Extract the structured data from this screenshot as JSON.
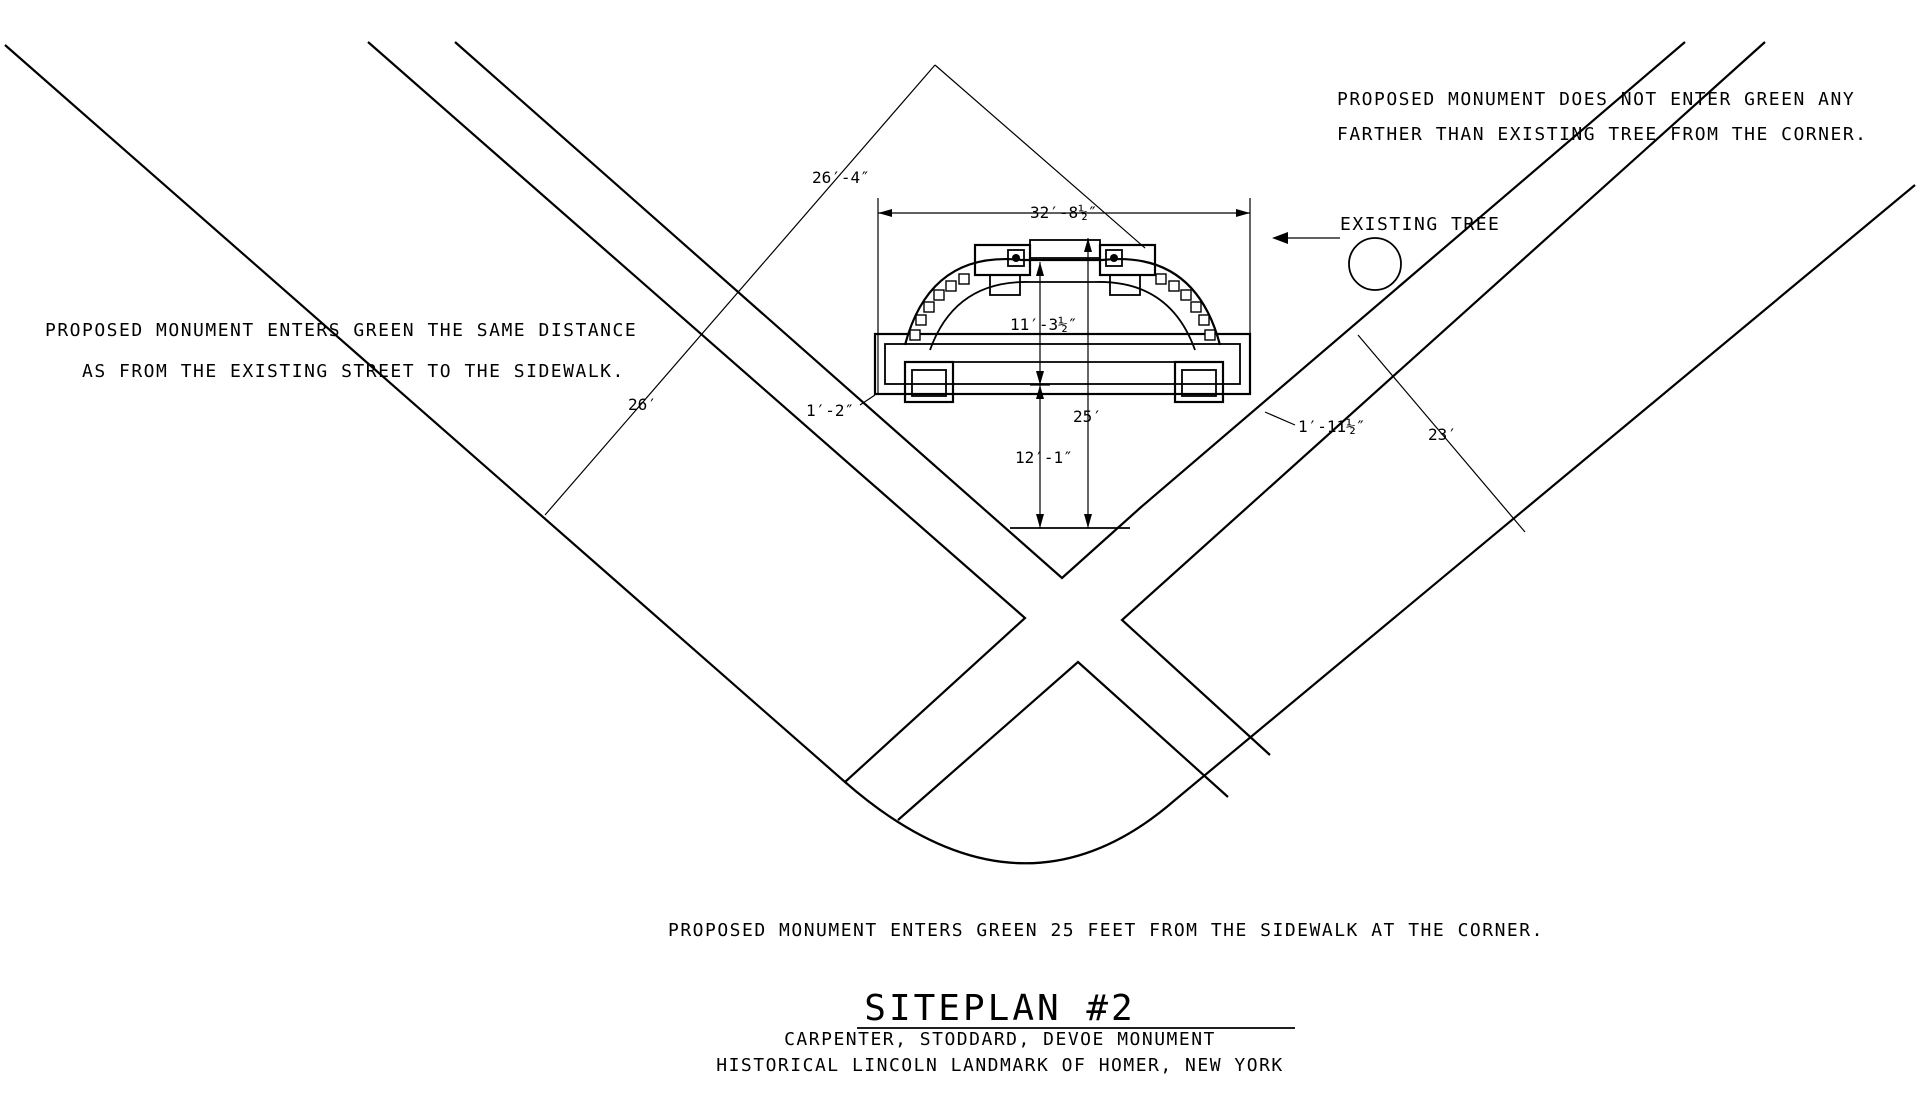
{
  "notes": {
    "top_right_line1": "PROPOSED MONUMENT DOES NOT ENTER GREEN ANY",
    "top_right_line2": "FARTHER THAN EXISTING TREE FROM THE CORNER.",
    "left_line1": "PROPOSED MONUMENT ENTERS GREEN THE SAME DISTANCE",
    "left_line2": "AS FROM THE EXISTING STREET TO THE SIDEWALK.",
    "bottom": "PROPOSED MONUMENT ENTERS GREEN 25 FEET FROM THE SIDEWALK AT THE CORNER.",
    "existing_tree": "EXISTING TREE"
  },
  "dimensions": {
    "d_26_4": "26′-4″",
    "d_32_8": "32′-8½″",
    "d_11_3": "11′-3½″",
    "d_25": "25′",
    "d_12_1": "12′-1″",
    "d_1_2": "1′-2″",
    "d_1_11": "1′-11½″",
    "d_26": "26′",
    "d_23": "23′"
  },
  "title_block": {
    "title": "SITEPLAN #2",
    "line1": "CARPENTER, STODDARD, DEVOE MONUMENT",
    "line2": "HISTORICAL LINCOLN LANDMARK OF HOMER, NEW YORK"
  }
}
